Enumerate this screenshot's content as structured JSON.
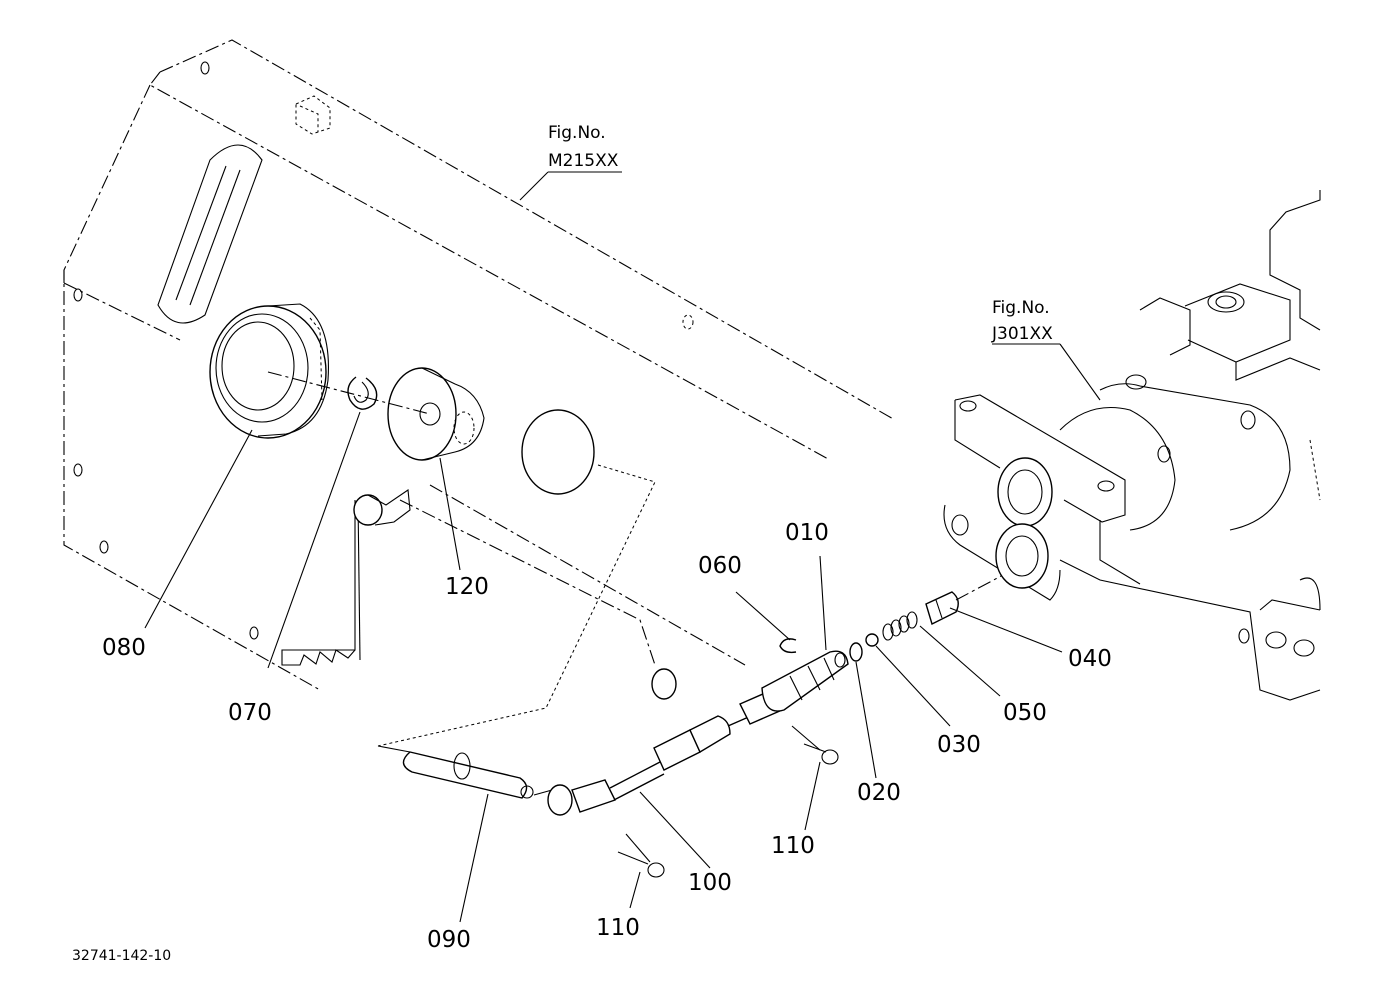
{
  "drawing_code": "32741-142-10",
  "references": [
    {
      "line1": "Fig.No.",
      "line2": "M215XX"
    },
    {
      "line1": "Fig.No.",
      "line2": "J301XX"
    }
  ],
  "parts": [
    {
      "no": "010"
    },
    {
      "no": "020"
    },
    {
      "no": "030"
    },
    {
      "no": "040"
    },
    {
      "no": "050"
    },
    {
      "no": "060"
    },
    {
      "no": "070"
    },
    {
      "no": "080"
    },
    {
      "no": "090"
    },
    {
      "no": "100"
    },
    {
      "no": "110"
    },
    {
      "no": "110"
    },
    {
      "no": "120"
    }
  ]
}
